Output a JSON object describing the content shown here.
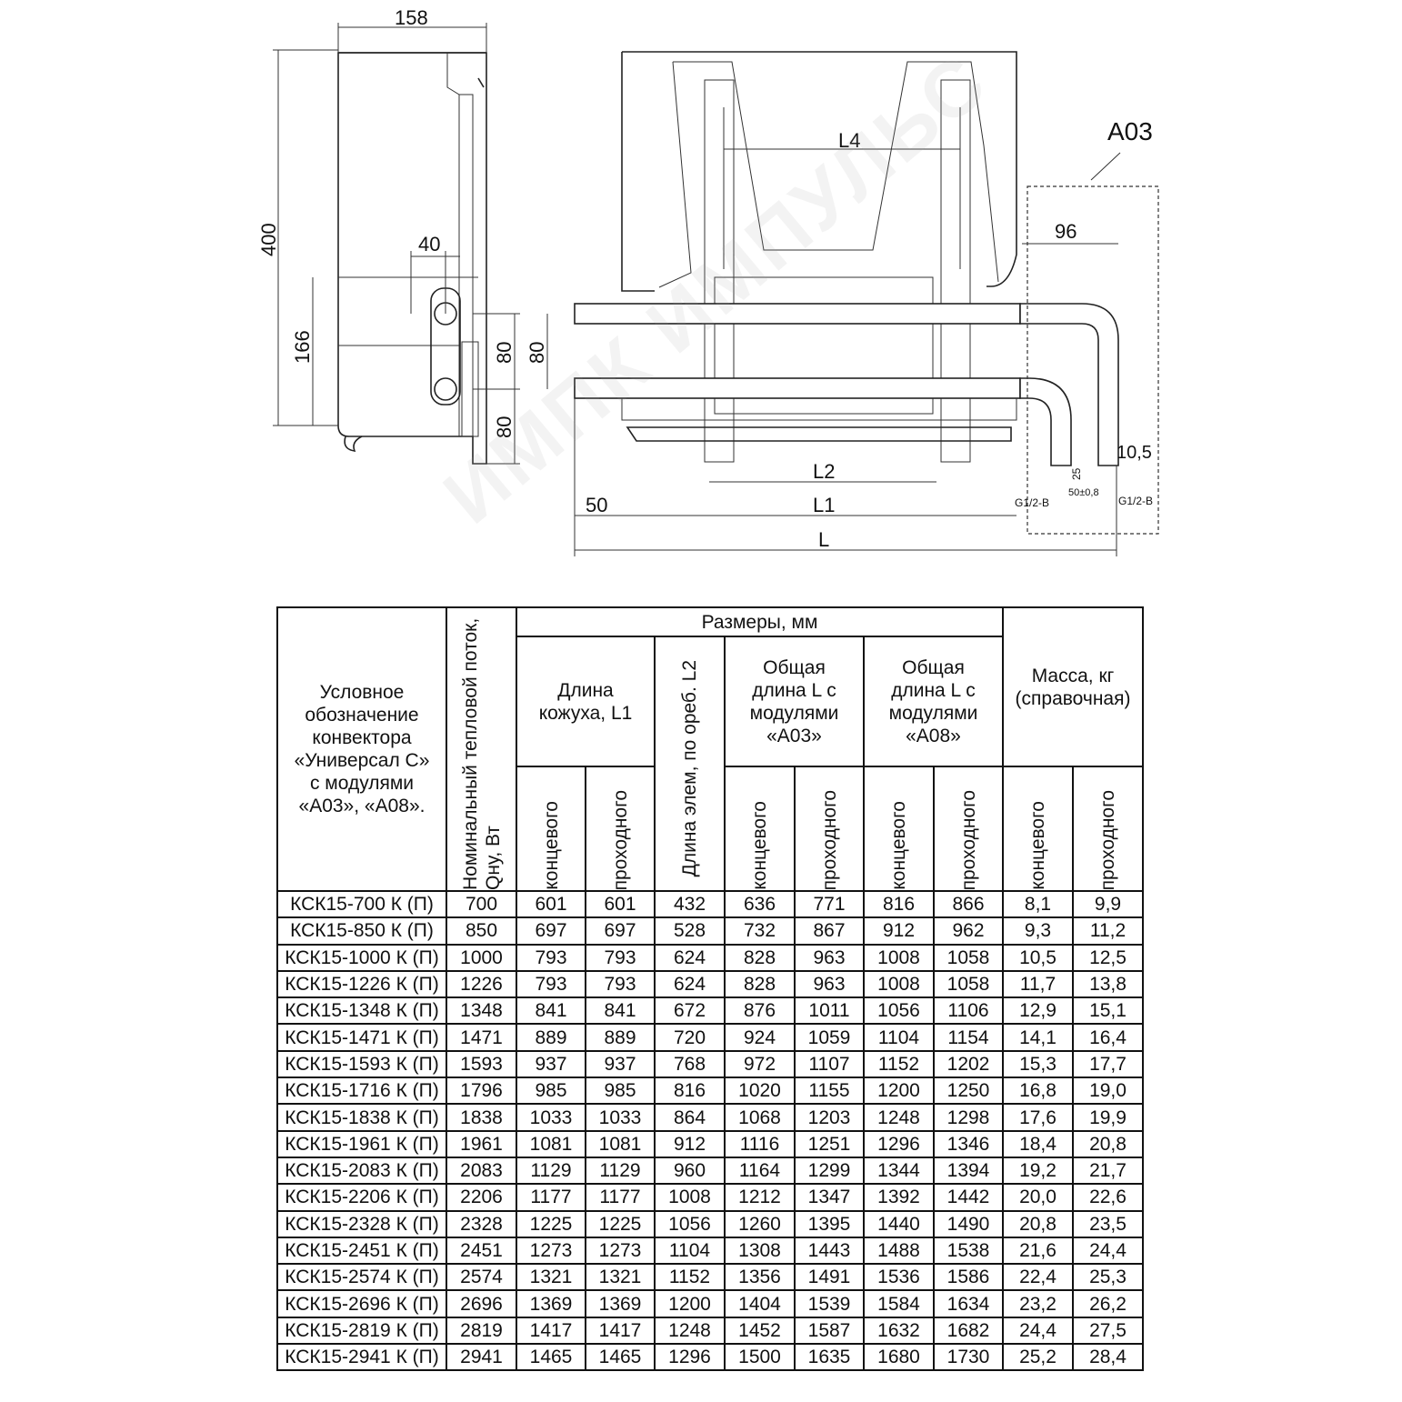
{
  "drawing": {
    "side_view": {
      "dim_width": "158",
      "dim_height": "400",
      "dim_pipe_offset": "40",
      "dim_pipe_zone": "166",
      "dim_upper": "80",
      "dim_lower": "80"
    },
    "front_view": {
      "label_l4": "L4",
      "label_l2": "L2",
      "label_l1": "L1",
      "label_l": "L",
      "dim_left": "50",
      "dim_pitch": "80"
    },
    "module": {
      "name": "А03",
      "dim_width": "96",
      "dim_offset": "10,5",
      "dim_25": "25",
      "dim_50": "50±0,8",
      "thread_left": "G1/2-B",
      "thread_right": "G1/2-B"
    }
  },
  "watermark": "ИМПК ИМПУЛЬС",
  "table": {
    "header": {
      "designation": "Условное обозначение конвектора «Универсал С» с модулями «А03», «А08».",
      "flow": "Номинальный тепловой поток, Qну, Вт",
      "dimensions": "Размеры, мм",
      "casing_length": "Длина кожуха, L1",
      "element_length": "Длина элем, по ореб. L2",
      "total_a03": "Общая длина L с модулями «А03»",
      "total_a08": "Общая длина L с модулями «А08»",
      "mass": "Масса, кг (справочная)",
      "end": "концевого",
      "pass": "проходного"
    },
    "rows": [
      [
        "КСК15-700 К (П)",
        "700",
        "601",
        "601",
        "432",
        "636",
        "771",
        "816",
        "866",
        "8,1",
        "9,9"
      ],
      [
        "КСК15-850 К (П)",
        "850",
        "697",
        "697",
        "528",
        "732",
        "867",
        "912",
        "962",
        "9,3",
        "11,2"
      ],
      [
        "КСК15-1000 К (П)",
        "1000",
        "793",
        "793",
        "624",
        "828",
        "963",
        "1008",
        "1058",
        "10,5",
        "12,5"
      ],
      [
        "КСК15-1226 К (П)",
        "1226",
        "793",
        "793",
        "624",
        "828",
        "963",
        "1008",
        "1058",
        "11,7",
        "13,8"
      ],
      [
        "КСК15-1348 К (П)",
        "1348",
        "841",
        "841",
        "672",
        "876",
        "1011",
        "1056",
        "1106",
        "12,9",
        "15,1"
      ],
      [
        "КСК15-1471 К (П)",
        "1471",
        "889",
        "889",
        "720",
        "924",
        "1059",
        "1104",
        "1154",
        "14,1",
        "16,4"
      ],
      [
        "КСК15-1593 К (П)",
        "1593",
        "937",
        "937",
        "768",
        "972",
        "1107",
        "1152",
        "1202",
        "15,3",
        "17,7"
      ],
      [
        "КСК15-1716 К (П)",
        "1796",
        "985",
        "985",
        "816",
        "1020",
        "1155",
        "1200",
        "1250",
        "16,8",
        "19,0"
      ],
      [
        "КСК15-1838 К (П)",
        "1838",
        "1033",
        "1033",
        "864",
        "1068",
        "1203",
        "1248",
        "1298",
        "17,6",
        "19,9"
      ],
      [
        "КСК15-1961 К (П)",
        "1961",
        "1081",
        "1081",
        "912",
        "1116",
        "1251",
        "1296",
        "1346",
        "18,4",
        "20,8"
      ],
      [
        "КСК15-2083 К (П)",
        "2083",
        "1129",
        "1129",
        "960",
        "1164",
        "1299",
        "1344",
        "1394",
        "19,2",
        "21,7"
      ],
      [
        "КСК15-2206 К (П)",
        "2206",
        "1177",
        "1177",
        "1008",
        "1212",
        "1347",
        "1392",
        "1442",
        "20,0",
        "22,6"
      ],
      [
        "КСК15-2328 К (П)",
        "2328",
        "1225",
        "1225",
        "1056",
        "1260",
        "1395",
        "1440",
        "1490",
        "20,8",
        "23,5"
      ],
      [
        "КСК15-2451 К (П)",
        "2451",
        "1273",
        "1273",
        "1104",
        "1308",
        "1443",
        "1488",
        "1538",
        "21,6",
        "24,4"
      ],
      [
        "КСК15-2574 К (П)",
        "2574",
        "1321",
        "1321",
        "1152",
        "1356",
        "1491",
        "1536",
        "1586",
        "22,4",
        "25,3"
      ],
      [
        "КСК15-2696 К (П)",
        "2696",
        "1369",
        "1369",
        "1200",
        "1404",
        "1539",
        "1584",
        "1634",
        "23,2",
        "26,2"
      ],
      [
        "КСК15-2819 К (П)",
        "2819",
        "1417",
        "1417",
        "1248",
        "1452",
        "1587",
        "1632",
        "1682",
        "24,4",
        "27,5"
      ],
      [
        "КСК15-2941 К (П)",
        "2941",
        "1465",
        "1465",
        "1296",
        "1500",
        "1635",
        "1680",
        "1730",
        "25,2",
        "28,4"
      ]
    ]
  }
}
